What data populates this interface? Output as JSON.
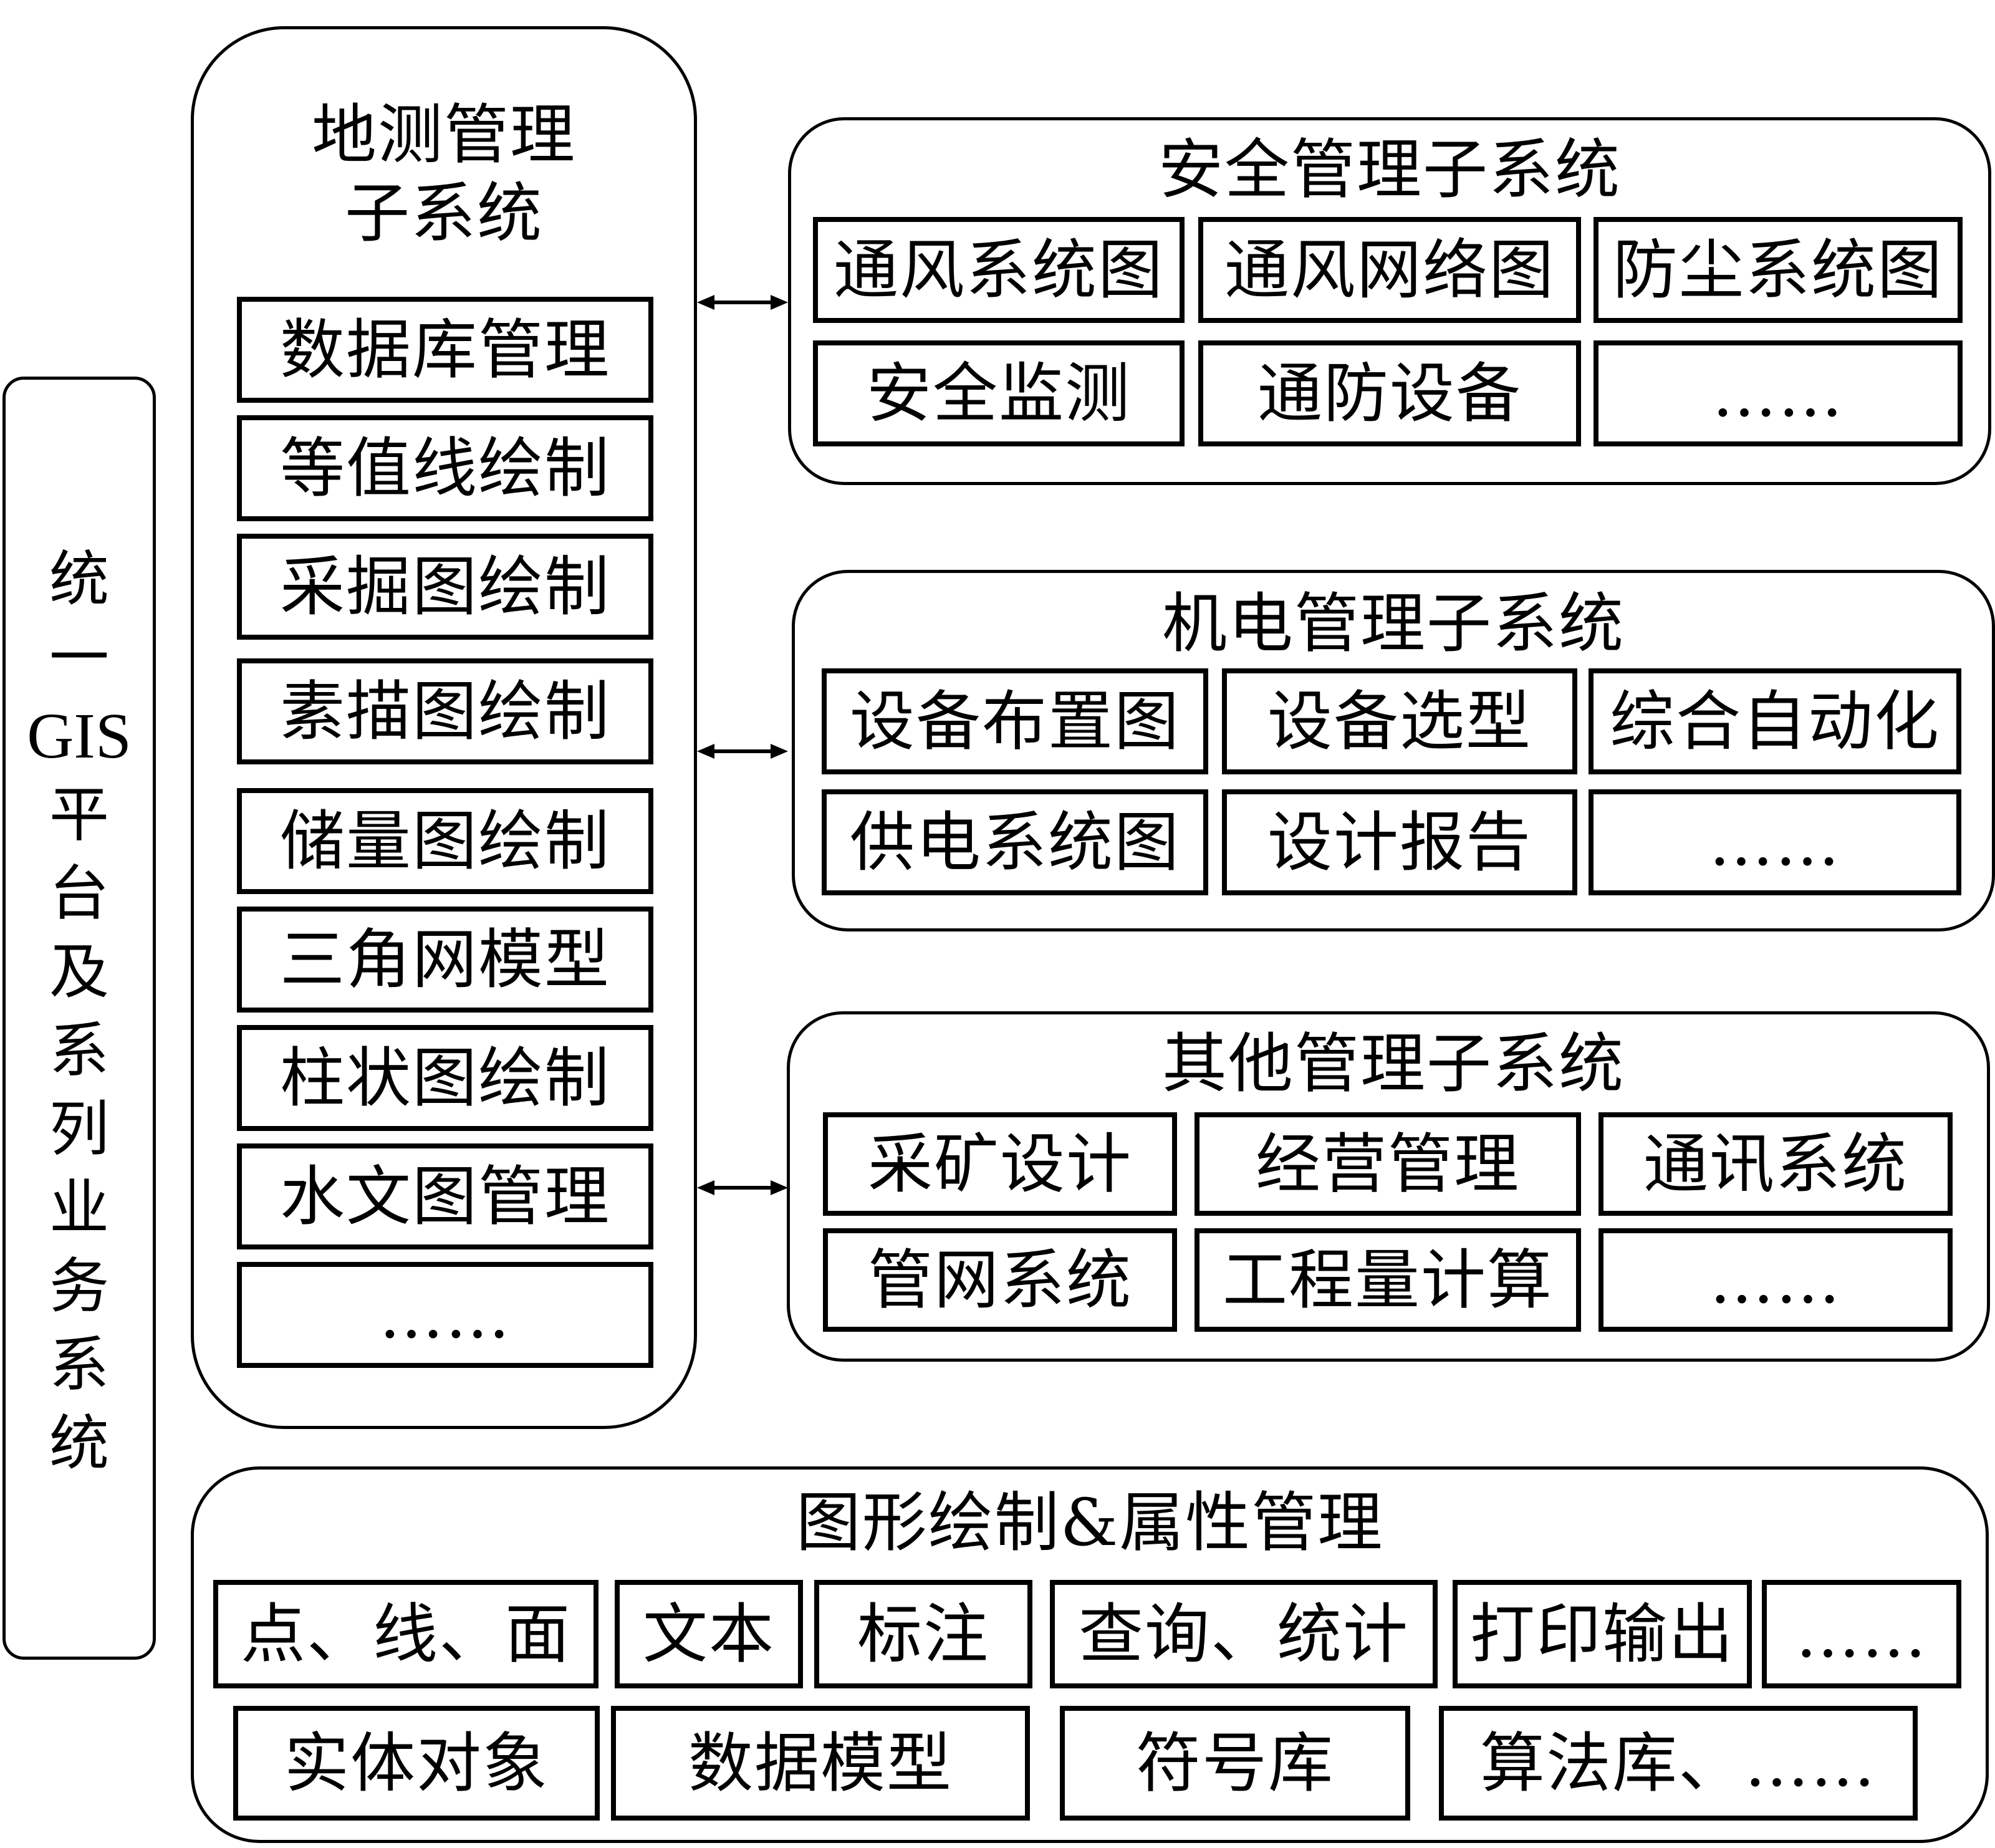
{
  "platform": {
    "chars": [
      "统",
      "一",
      "GIS",
      "平",
      "台",
      "及",
      "系",
      "列",
      "业",
      "务",
      "系",
      "统"
    ]
  },
  "survey": {
    "title_line1": "地测管理",
    "title_line2": "子系统",
    "items": [
      "数据库管理",
      "等值线绘制",
      "采掘图绘制",
      "素描图绘制",
      "储量图绘制",
      "三角网模型",
      "柱状图绘制",
      "水文图管理",
      "……"
    ]
  },
  "safety": {
    "title": "安全管理子系统",
    "items": [
      "通风系统图",
      "通风网络图",
      "防尘系统图",
      "安全监测",
      "通防设备",
      "……"
    ]
  },
  "mech": {
    "title": "机电管理子系统",
    "items": [
      "设备布置图",
      "设备选型",
      "综合自动化",
      "供电系统图",
      "设计报告",
      "……"
    ]
  },
  "other": {
    "title": "其他管理子系统",
    "items": [
      "采矿设计",
      "经营管理",
      "通讯系统",
      "管网系统",
      "工程量计算",
      "……"
    ]
  },
  "graphics": {
    "title": "图形绘制&属性管理",
    "row1": [
      "点、线、面",
      "文本",
      "标注",
      "查询、统计",
      "打印输出",
      "……"
    ],
    "row2": [
      "实体对象",
      "数据模型",
      "符号库",
      "算法库、……"
    ]
  }
}
